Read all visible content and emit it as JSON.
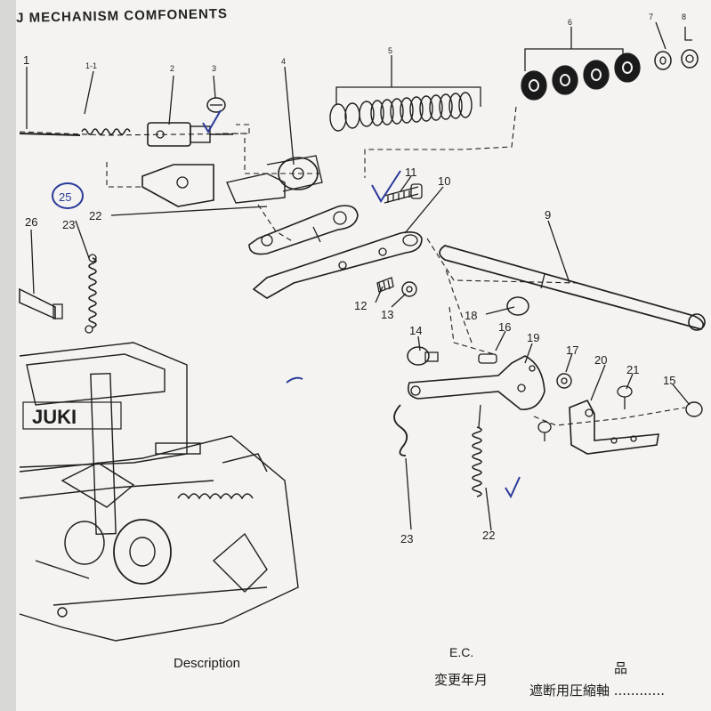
{
  "header": {
    "title": "J MECHANISM COMFONENTS"
  },
  "callouts": {
    "c1": "1",
    "c1_1": "1-1",
    "c2": "2",
    "c3": "3",
    "c4": "4",
    "c5": "5",
    "c6": "6",
    "c7": "7",
    "c8": "8",
    "c9": "9",
    "c10": "10",
    "c11": "11",
    "c12": "12",
    "c13": "13",
    "c14": "14",
    "c15": "15",
    "c16": "16",
    "c17": "17",
    "c18": "18",
    "c19": "19",
    "c20": "20",
    "c21": "21",
    "c22_top": "22",
    "c22_bottom": "22",
    "c23_top": "23",
    "c23_bottom": "23",
    "c25_circle": "25",
    "c26": "26"
  },
  "machine": {
    "logo": "JUKI"
  },
  "footer": {
    "description": "Description",
    "ec": "E.C.",
    "change_date_jp": "変更年月",
    "item_jp": "品",
    "shutoff_shaft_jp": "遮断用圧縮軸 ............"
  },
  "colors": {
    "paper": "#f4f3f1",
    "ink": "#1e1e1e",
    "pen": "#2a3a9a"
  }
}
